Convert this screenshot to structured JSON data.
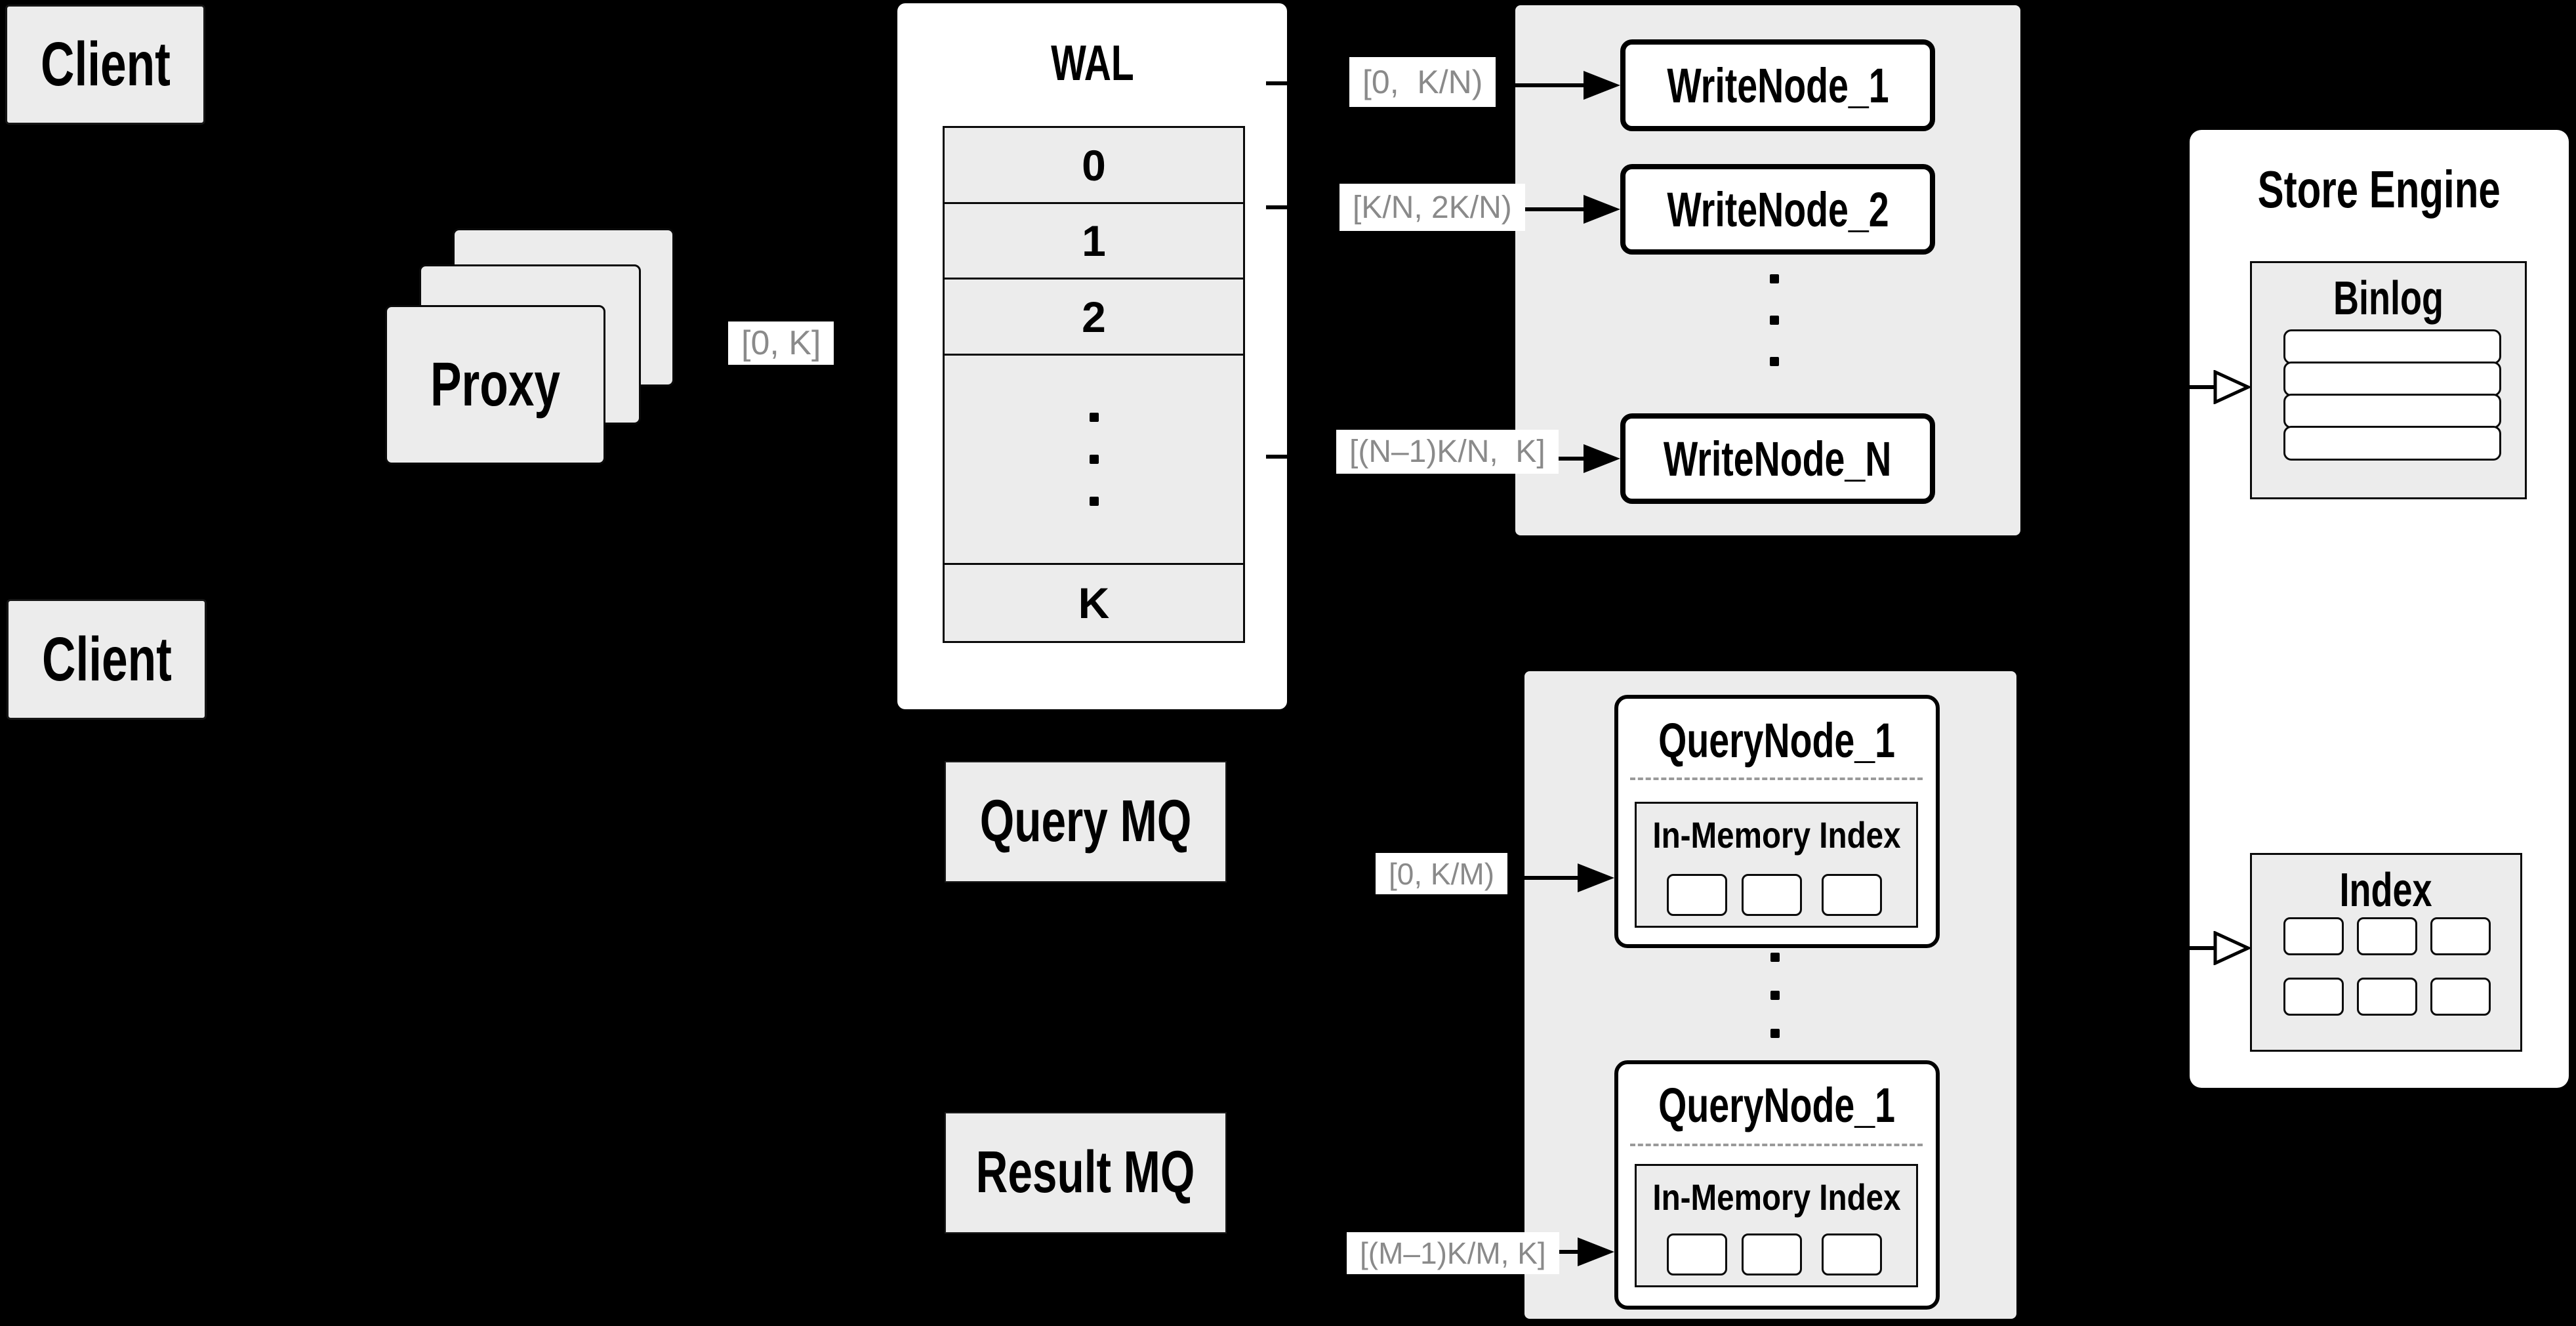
{
  "colors": {
    "background": "#000000",
    "panel_gray": "#ececec",
    "node_white": "#ffffff",
    "line_black": "#000000",
    "chip_text_gray": "#8a8a8a"
  },
  "clients": {
    "top": "Client",
    "bottom": "Client"
  },
  "proxy": {
    "label": "Proxy"
  },
  "wal": {
    "title": "WAL",
    "rows": [
      "0",
      "1",
      "2"
    ],
    "last_row": "K"
  },
  "range_labels": {
    "proxy_out": "[0, K]",
    "write_1": "[0,  K/N)",
    "write_2": "[K/N, 2K/N)",
    "write_n": "[(N–1)K/N,  K]",
    "query_1": "[0, K/M)",
    "query_m": "[(M–1)K/M, K]"
  },
  "write_nodes": {
    "node_1": "WriteNode_1",
    "node_2": "WriteNode_2",
    "node_n": "WriteNode_N"
  },
  "mq": {
    "query": "Query MQ",
    "result": "Result MQ"
  },
  "query_nodes": {
    "node_a_title": "QueryNode_1",
    "node_b_title": "QueryNode_1",
    "in_memory_label": "In-Memory Index"
  },
  "store_engine": {
    "title": "Store Engine",
    "binlog_title": "Binlog",
    "index_title": "Index"
  }
}
